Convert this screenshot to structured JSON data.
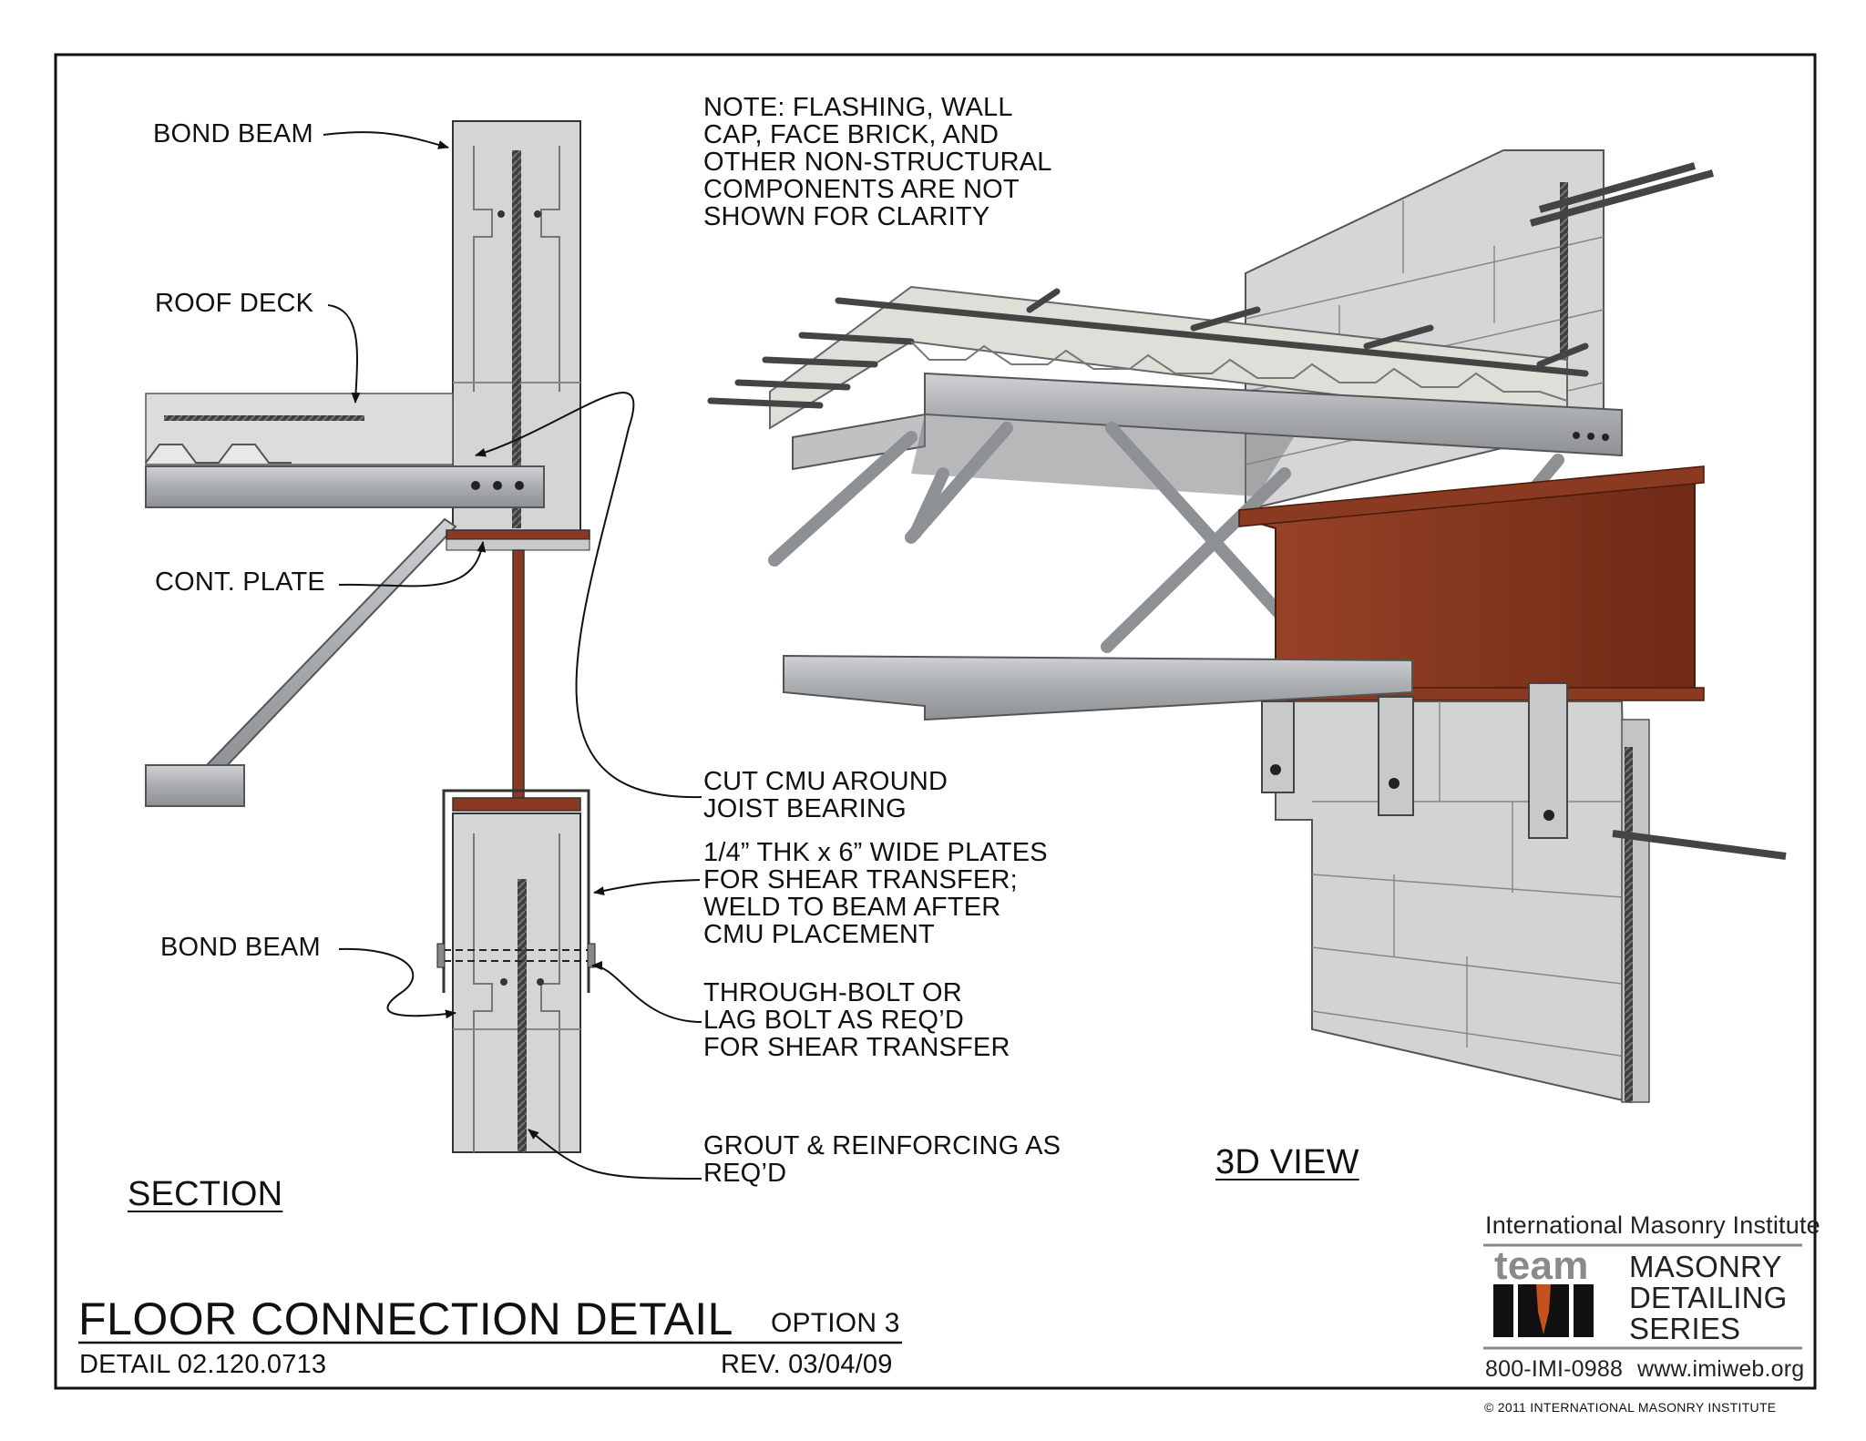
{
  "sheet": {
    "title": "FLOOR CONNECTION DETAIL",
    "subtitle": "OPTION 3",
    "detail_number": "DETAIL 02.120.0713",
    "revision": "REV. 03/04/09",
    "copyright": "© 2011 INTERNATIONAL MASONRY INSTITUTE"
  },
  "views": {
    "section_label": "SECTION",
    "view3d_label": "3D VIEW"
  },
  "note": "NOTE: FLASHING, WALL\nCAP, FACE BRICK, AND\nOTHER NON-STRUCTURAL\nCOMPONENTS ARE NOT\nSHOWN FOR CLARITY",
  "callouts": {
    "bond_beam_top": "BOND BEAM",
    "roof_deck": "ROOF DECK",
    "cont_plate": "CONT. PLATE",
    "bond_beam_bottom": "BOND BEAM",
    "cut_cmu": "CUT CMU AROUND\nJOIST BEARING",
    "shear_plates": "1/4” THK x 6” WIDE PLATES\nFOR SHEAR TRANSFER;\nWELD TO BEAM AFTER\nCMU PLACEMENT",
    "through_bolt": "THROUGH-BOLT OR\nLAG BOLT AS REQ’D\nFOR SHEAR TRANSFER",
    "grout": "GROUT & REINFORCING AS\nREQ’D"
  },
  "logo": {
    "org": "International Masonry Institute",
    "team": "team",
    "series": "MASONRY\nDETAILING\nSERIES",
    "phone": "800-IMI-0988",
    "web": "www.imiweb.org",
    "accent_color": "#c4511e"
  },
  "colors": {
    "steel_beam": "#8a3a20",
    "galvanized": "#b9bcbf",
    "cmu": "#d2d2d2",
    "line": "#111111"
  }
}
